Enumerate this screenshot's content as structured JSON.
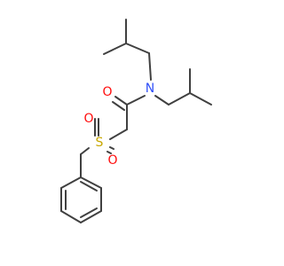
{
  "molecule": {
    "atoms": {
      "oxygen_carbonyl": {
        "symbol": "O",
        "color": "#ff0d0d"
      },
      "nitrogen": {
        "symbol": "N",
        "color": "#3050f8"
      },
      "sulfur": {
        "symbol": "S",
        "color": "#c8a800"
      },
      "oxygen_sulfonyl_left": {
        "symbol": "O",
        "color": "#ff0d0d"
      },
      "oxygen_sulfonyl_bottom": {
        "symbol": "O",
        "color": "#ff0d0d"
      }
    },
    "bond_color": "#404040"
  }
}
